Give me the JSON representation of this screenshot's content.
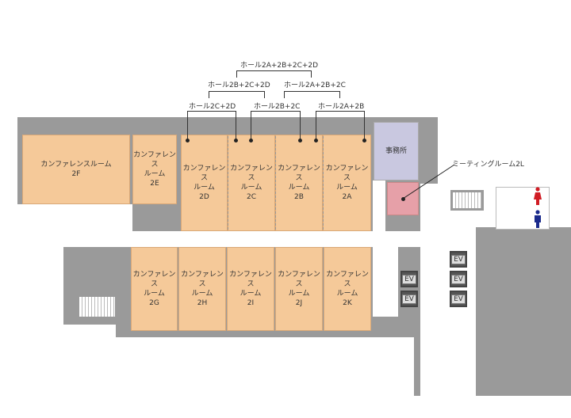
{
  "hall_labels": {
    "h2abcd": "ホール2A+2B+2C+2D",
    "h2bcd": "ホール2B+2C+2D",
    "h2abc": "ホール2A+2B+2C",
    "h2cd": "ホール2C+2D",
    "h2bc": "ホール2B+2C",
    "h2ab": "ホール2A+2B"
  },
  "rooms": {
    "2F": "カンファレンスルーム\n2F",
    "2E": "カンファレンス\nルーム\n2E",
    "2D": "カンファレンス\nルーム\n2D",
    "2C": "カンファレンス\nルーム\n2C",
    "2B": "カンファレンス\nルーム\n2B",
    "2A": "カンファレンス\nルーム\n2A",
    "2G": "カンファレンス\nルーム\n2G",
    "2H": "カンファレンス\nルーム\n2H",
    "2I": "カンファレンス\nルーム\n2I",
    "2J": "カンファレンス\nルーム\n2J",
    "2K": "カンファレンス\nルーム\n2K"
  },
  "office": "事務所",
  "meeting_room": "ミーティングルーム2L",
  "ev": "EV",
  "colors": {
    "room": "#f5c999",
    "office": "#c9c8e0",
    "meeting": "#e6a0a8",
    "wall": "#9a9a9a",
    "female": "#d01c24",
    "male": "#1a2a8c"
  }
}
